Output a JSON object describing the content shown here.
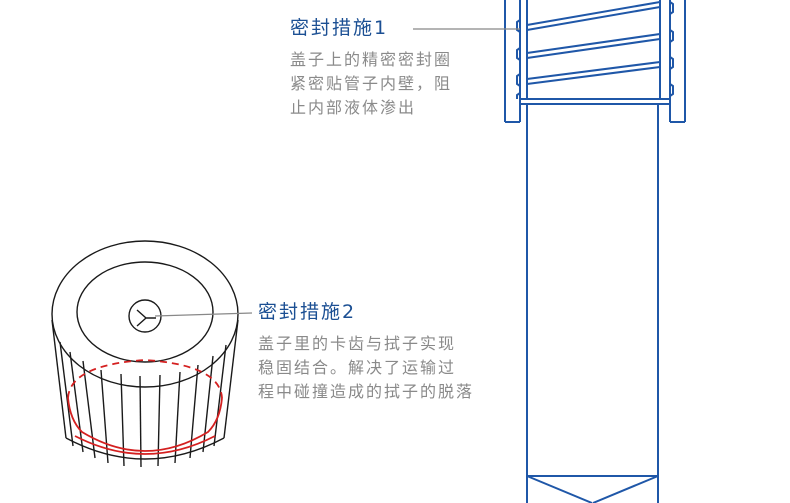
{
  "measure1": {
    "title": "密封措施1",
    "lines": [
      "盖子上的精密密封圈",
      "紧密贴管子内壁，阻",
      "止内部液体渗出"
    ]
  },
  "measure2": {
    "title": "密封措施2",
    "lines": [
      "盖子里的卡齿与拭子实现",
      "稳固结合。解决了运输过",
      "程中碰撞造成的拭子的脱落"
    ]
  },
  "colors": {
    "tube_blue": "#1f57a8",
    "title_blue": "#1b4f93",
    "text_gray": "#8a8a8a",
    "seal_red": "#d42020",
    "line_gray": "#888888"
  }
}
